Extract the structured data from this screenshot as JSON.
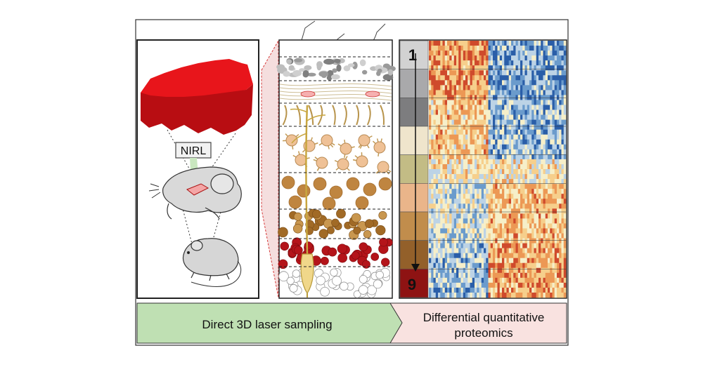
{
  "panel_left": {
    "tissue_color": "#e8151b",
    "laser_label": "NIRL",
    "laser_color": "#c9e7bf"
  },
  "layers": {
    "colors": [
      "#d2d2d2",
      "#a9a9ab",
      "#7d7d7f",
      "#efe5cc",
      "#c3bc85",
      "#eab58a",
      "#c18d4c",
      "#93602a",
      "#8e1313"
    ],
    "labels": [
      {
        "index": 0,
        "text": "1"
      },
      {
        "index": 8,
        "text": "9"
      }
    ]
  },
  "banner": {
    "left_text": "Direct 3D laser sampling",
    "left_color": "#bfe0b3",
    "right_line1": "Differential quantitative",
    "right_line2": "proteomics",
    "right_color": "#f9e2e0"
  },
  "heatmap": {
    "palette": [
      "#2a5ea8",
      "#6b9bcc",
      "#bcd3e6",
      "#f6efc9",
      "#f6cf8c",
      "#ec9855",
      "#cf4a2c"
    ]
  }
}
